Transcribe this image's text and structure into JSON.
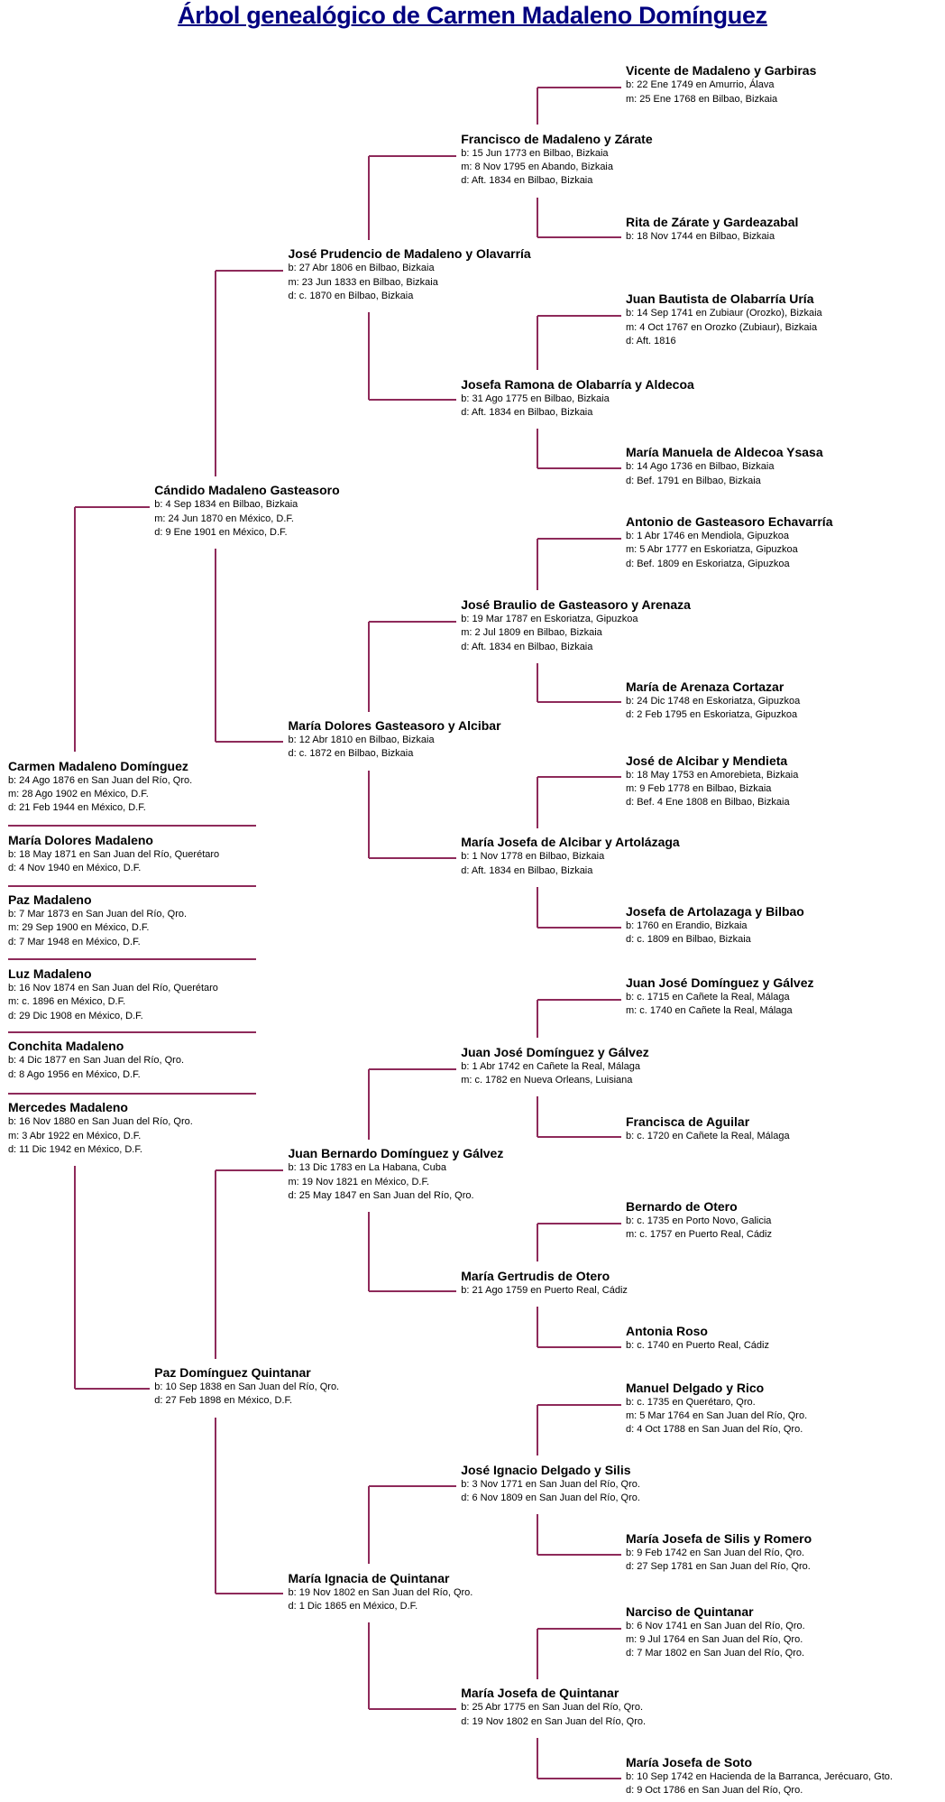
{
  "title": "Árbol genealógico de Carmen Madaleno Domínguez",
  "line_color": "#8e2a5a",
  "title_color": "#000080",
  "ancestors": [
    null,
    {
      "name": "Carmen Madaleno Domínguez",
      "lines": [
        "b: 24 Ago 1876 en San Juan del Río, Qro.",
        "m: 28 Ago 1902 en México, D.F.",
        "d: 21 Feb 1944 en México, D.F."
      ]
    },
    {
      "name": "Cándido Madaleno Gasteasoro",
      "lines": [
        "b: 4 Sep 1834 en Bilbao, Bizkaia",
        "m: 24 Jun 1870 en México, D.F.",
        "d: 9 Ene 1901 en México, D.F."
      ]
    },
    {
      "name": "Paz Domínguez Quintanar",
      "lines": [
        "b: 10 Sep 1838 en San Juan del Río, Qro.",
        "d: 27 Feb 1898 en México, D.F."
      ]
    },
    {
      "name": "José Prudencio de Madaleno y Olavarría",
      "lines": [
        "b: 27 Abr 1806 en Bilbao, Bizkaia",
        "m: 23 Jun 1833 en Bilbao, Bizkaia",
        "d: c. 1870 en Bilbao, Bizkaia"
      ]
    },
    {
      "name": "María Dolores Gasteasoro y Alcibar",
      "lines": [
        "b: 12 Abr 1810 en Bilbao, Bizkaia",
        "d: c. 1872 en Bilbao, Bizkaia"
      ]
    },
    {
      "name": "Juan Bernardo Domínguez y Gálvez",
      "lines": [
        "b: 13 Dic 1783 en La Habana, Cuba",
        "m: 19 Nov 1821 en México, D.F.",
        "d: 25 May 1847 en San Juan del Río, Qro."
      ]
    },
    {
      "name": "María Ignacia de Quintanar",
      "lines": [
        "b: 19 Nov 1802 en San Juan del Río, Qro.",
        "d: 1 Dic 1865 en México, D.F."
      ]
    },
    {
      "name": "Francisco de Madaleno y Zárate",
      "lines": [
        "b: 15 Jun 1773 en Bilbao, Bizkaia",
        "m: 8 Nov 1795 en Abando, Bizkaia",
        "d: Aft. 1834 en Bilbao, Bizkaia"
      ]
    },
    {
      "name": "Josefa Ramona de Olabarría y Aldecoa",
      "lines": [
        "b: 31 Ago 1775 en Bilbao, Bizkaia",
        "d: Aft. 1834 en Bilbao, Bizkaia"
      ]
    },
    {
      "name": "José Braulio de Gasteasoro y Arenaza",
      "lines": [
        "b: 19 Mar 1787 en Eskoriatza, Gipuzkoa",
        "m: 2 Jul 1809 en Bilbao, Bizkaia",
        "d: Aft. 1834 en Bilbao, Bizkaia"
      ]
    },
    {
      "name": "María Josefa de Alcibar y Artolázaga",
      "lines": [
        "b: 1 Nov 1778 en Bilbao, Bizkaia",
        "d: Aft. 1834 en Bilbao, Bizkaia"
      ]
    },
    {
      "name": "Juan José Domínguez y Gálvez",
      "lines": [
        "b: 1 Abr 1742 en Cañete la Real, Málaga",
        "m: c. 1782 en Nueva Orleans, Luisiana"
      ]
    },
    {
      "name": "María Gertrudis de Otero",
      "lines": [
        "b: 21 Ago 1759 en Puerto Real, Cádiz"
      ]
    },
    {
      "name": "José Ignacio Delgado y Silis",
      "lines": [
        "b: 3 Nov 1771 en San Juan del Río, Qro.",
        "d: 6 Nov 1809 en San Juan del Río, Qro."
      ]
    },
    {
      "name": "María Josefa de Quintanar",
      "lines": [
        "b: 25 Abr 1775 en San Juan del Río, Qro.",
        "d: 19 Nov 1802 en San Juan del Río, Qro."
      ]
    },
    {
      "name": "Vicente de Madaleno y Garbiras",
      "lines": [
        "b: 22 Ene 1749 en Amurrio, Álava",
        "m: 25 Ene 1768 en Bilbao, Bizkaia"
      ]
    },
    {
      "name": "Rita de Zárate y Gardeazabal",
      "lines": [
        "b: 18 Nov 1744 en Bilbao, Bizkaia"
      ]
    },
    {
      "name": "Juan Bautista de Olabarría Uría",
      "lines": [
        "b: 14 Sep 1741 en Zubiaur (Orozko), Bizkaia",
        "m: 4 Oct 1767 en Orozko (Zubiaur), Bizkaia",
        "d: Aft. 1816"
      ]
    },
    {
      "name": "María Manuela de Aldecoa Ysasa",
      "lines": [
        "b: 14 Ago 1736 en Bilbao, Bizkaia",
        "d: Bef. 1791 en Bilbao, Bizkaia"
      ]
    },
    {
      "name": "Antonio de Gasteasoro Echavarría",
      "lines": [
        "b: 1 Abr 1746 en Mendiola, Gipuzkoa",
        "m: 5 Abr 1777 en Eskoriatza, Gipuzkoa",
        "d: Bef. 1809 en Eskoriatza, Gipuzkoa"
      ]
    },
    {
      "name": "María de Arenaza Cortazar",
      "lines": [
        "b: 24 Dic 1748 en Eskoriatza, Gipuzkoa",
        "d: 2 Feb 1795 en Eskoriatza, Gipuzkoa"
      ]
    },
    {
      "name": "José de Alcibar y Mendieta",
      "lines": [
        "b: 18 May 1753 en Amorebieta, Bizkaia",
        "m: 9 Feb 1778 en Bilbao, Bizkaia",
        "d: Bef. 4 Ene 1808 en Bilbao, Bizkaia"
      ]
    },
    {
      "name": "Josefa de Artolazaga y Bilbao",
      "lines": [
        "b: 1760 en Erandio, Bizkaia",
        "d: c. 1809 en Bilbao, Bizkaia"
      ]
    },
    {
      "name": "Juan José Domínguez y Gálvez",
      "lines": [
        "b: c. 1715 en Cañete la Real, Málaga",
        "m: c. 1740 en Cañete la Real, Málaga"
      ]
    },
    {
      "name": "Francisca de Aguilar",
      "lines": [
        "b: c. 1720 en Cañete la Real, Málaga"
      ]
    },
    {
      "name": "Bernardo de Otero",
      "lines": [
        "b: c. 1735 en Porto Novo, Galicia",
        "m: c. 1757 en Puerto Real, Cádiz"
      ]
    },
    {
      "name": "Antonia Roso",
      "lines": [
        "b: c. 1740 en Puerto Real, Cádiz"
      ]
    },
    {
      "name": "Manuel Delgado y Rico",
      "lines": [
        "b: c. 1735 en Querétaro, Qro.",
        "m: 5 Mar 1764 en San Juan del Río, Qro.",
        "d: 4 Oct 1788 en San Juan del Río, Qro."
      ]
    },
    {
      "name": "María Josefa de Silis y Romero",
      "lines": [
        "b: 9 Feb 1742 en San Juan del Río, Qro.",
        "d: 27 Sep 1781 en San Juan del Río, Qro."
      ]
    },
    {
      "name": "Narciso de Quintanar",
      "lines": [
        "b: 6 Nov 1741 en San Juan del Río, Qro.",
        "m: 9 Jul 1764 en San Juan del Río, Qro.",
        "d: 7 Mar 1802 en San Juan del Río, Qro."
      ]
    },
    {
      "name": "María Josefa de Soto",
      "lines": [
        "b: 10 Sep 1742 en Hacienda de la Barranca, Jerécuaro, Gto.",
        "d: 9 Oct 1786 en San Juan del Río, Qro."
      ]
    }
  ],
  "siblings": [
    {
      "name": "María Dolores Madaleno",
      "lines": [
        "b: 18 May 1871 en San Juan del Río, Querétaro",
        "d: 4 Nov 1940 en México, D.F."
      ]
    },
    {
      "name": "Paz Madaleno",
      "lines": [
        "b: 7 Mar 1873 en San Juan del Río, Qro.",
        "m: 29 Sep 1900 en México, D.F.",
        "d: 7 Mar 1948 en México, D.F."
      ]
    },
    {
      "name": "Luz Madaleno",
      "lines": [
        "b: 16 Nov 1874 en San Juan del Río, Querétaro",
        "m: c. 1896 en México, D.F.",
        "d: 29 Dic 1908 en México, D.F."
      ]
    },
    {
      "name": "Conchita Madaleno",
      "lines": [
        "b: 4 Dic 1877 en San Juan del Río, Qro.",
        "d: 8 Ago 1956 en México, D.F."
      ]
    },
    {
      "name": "Mercedes Madaleno",
      "lines": [
        "b: 16 Nov 1880 en San Juan del Río, Qro.",
        "m: 3 Abr 1922 en México, D.F.",
        "d: 11 Dic 1942 en México, D.F."
      ]
    }
  ]
}
